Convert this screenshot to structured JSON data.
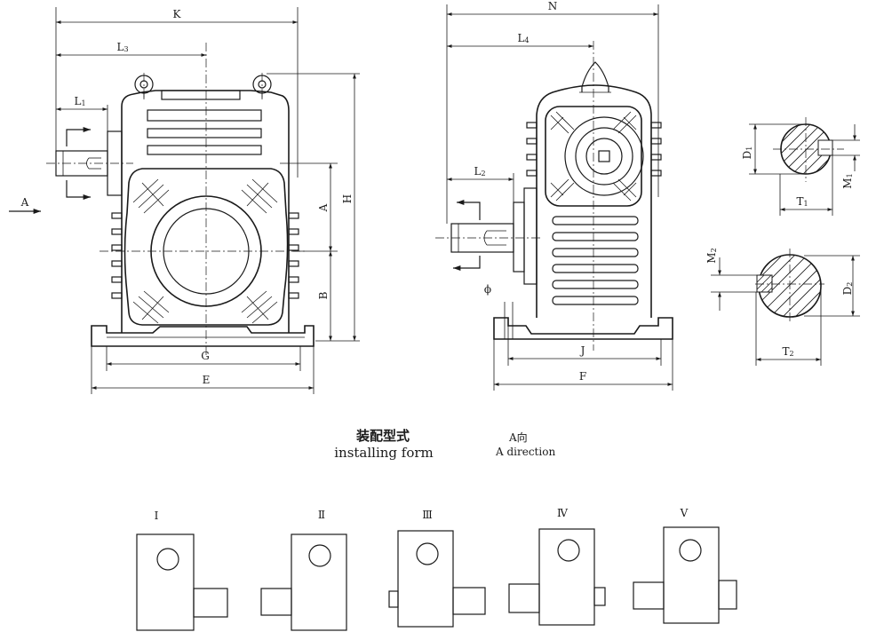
{
  "dimensions": {
    "K": "K",
    "L3": "L",
    "L3_sub": "3",
    "L1": "L",
    "L1_sub": "1",
    "A_dir": "A",
    "H": "H",
    "A": "A",
    "B": "B",
    "G": "G",
    "E": "E",
    "N": "N",
    "L4": "L",
    "L4_sub": "4",
    "L2": "L",
    "L2_sub": "2",
    "phi": "ϕ",
    "J": "J",
    "F": "F",
    "D1": "D",
    "D1_sub": "1",
    "M1": "M",
    "M1_sub": "1",
    "T1": "T",
    "T1_sub": "1",
    "M2": "M",
    "M2_sub": "2",
    "D2": "D",
    "D2_sub": "2",
    "T2": "T",
    "T2_sub": "2"
  },
  "caption": {
    "title_cn": "装配型式",
    "title_en": "installing form",
    "dir_cn": "A向",
    "dir_en": "A direction"
  },
  "forms": [
    "Ⅰ",
    "Ⅱ",
    "Ⅲ",
    "Ⅳ",
    "Ⅴ"
  ]
}
